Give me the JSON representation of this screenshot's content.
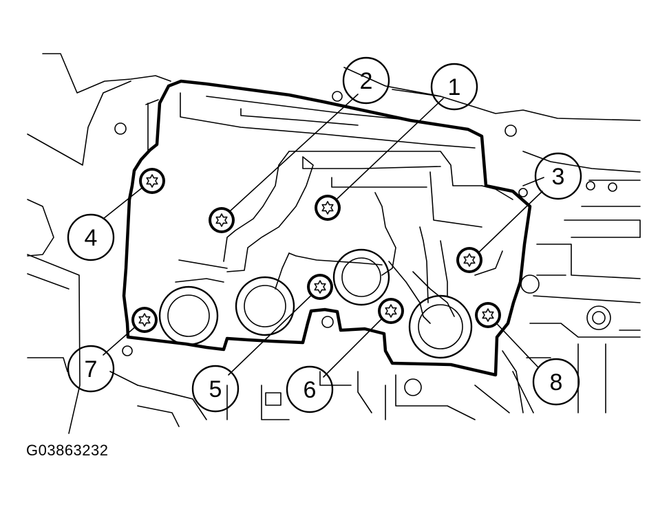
{
  "figure": {
    "id": "G03863232"
  },
  "callouts": [
    {
      "number": "1",
      "target": "bolt-1"
    },
    {
      "number": "2",
      "target": "bolt-2"
    },
    {
      "number": "3",
      "target": "bolt-3"
    },
    {
      "number": "4",
      "target": "bolt-4"
    },
    {
      "number": "5",
      "target": "bolt-5"
    },
    {
      "number": "6",
      "target": "bolt-6"
    },
    {
      "number": "7",
      "target": "bolt-7"
    },
    {
      "number": "8",
      "target": "bolt-8"
    }
  ],
  "bolt_head": "torx-star-icon",
  "colors": {
    "line": "#000000",
    "background": "#ffffff"
  }
}
